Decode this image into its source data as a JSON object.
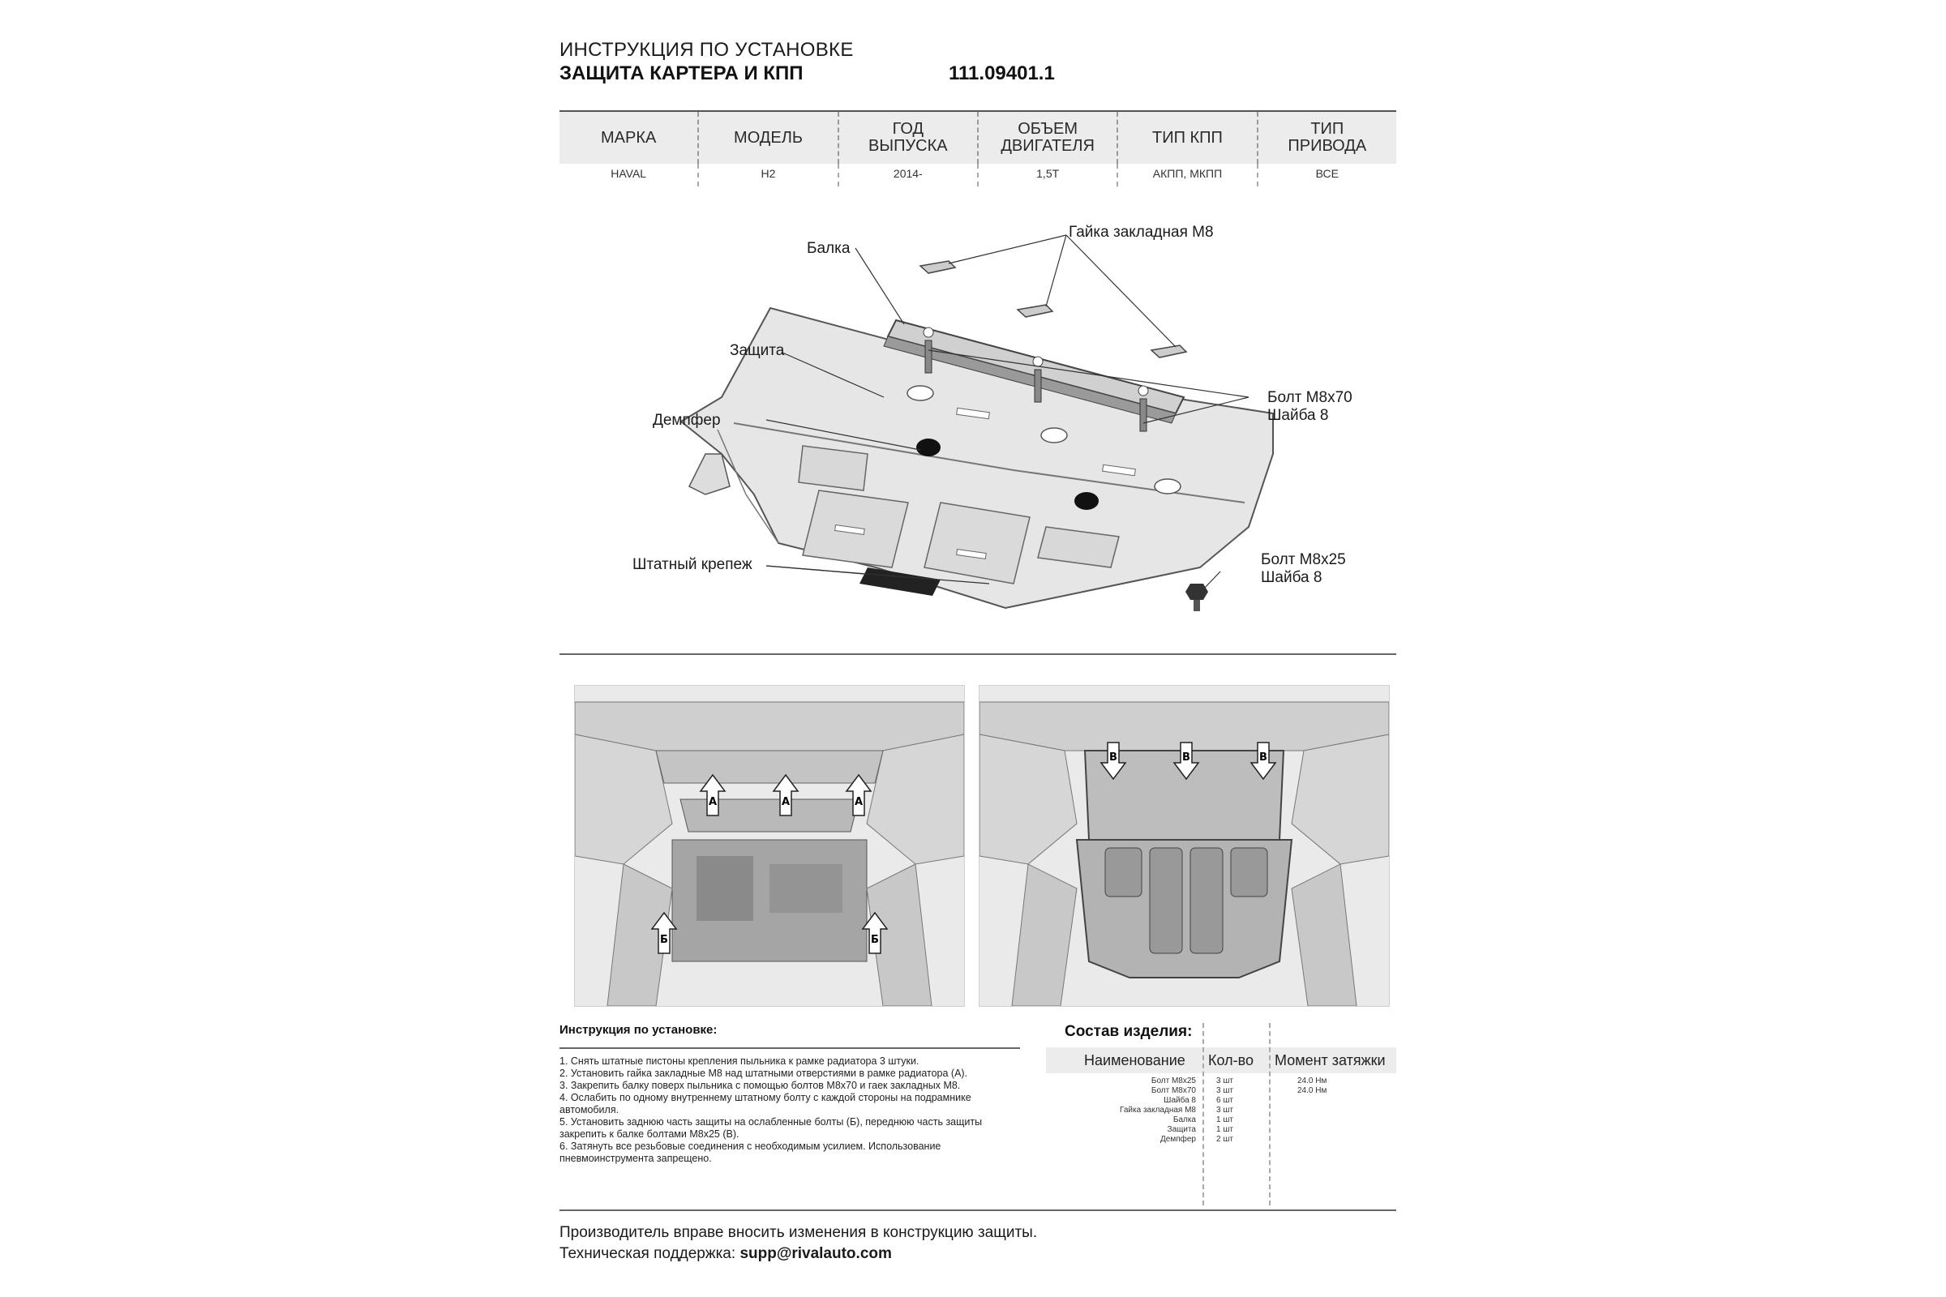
{
  "header": {
    "title": "ИНСТРУКЦИЯ ПО УСТАНОВКЕ",
    "subtitle": "ЗАЩИТА КАРТЕРА И КПП",
    "code": "111.09401.1"
  },
  "spec_table": {
    "headers": [
      {
        "line1": "МАРКА",
        "line2": ""
      },
      {
        "line1": "МОДЕЛЬ",
        "line2": ""
      },
      {
        "line1": "ГОД",
        "line2": "ВЫПУСКА"
      },
      {
        "line1": "ОБЪЕМ",
        "line2": "ДВИГАТЕЛЯ"
      },
      {
        "line1": "ТИП КПП",
        "line2": ""
      },
      {
        "line1": "ТИП",
        "line2": "ПРИВОДА"
      }
    ],
    "values": [
      "HAVAL",
      "H2",
      "2014-",
      "1,5T",
      "АКПП, МКПП",
      "ВСЕ"
    ]
  },
  "diagram": {
    "labels": {
      "beam": "Балка",
      "nut": "Гайка закладная М8",
      "guard": "Защита",
      "damper": "Демпфер",
      "bolt70_1": "Болт М8х70",
      "bolt70_2": "Шайба 8",
      "std_fastener": "Штатный крепеж",
      "bolt25_1": "Болт М8х25",
      "bolt25_2": "Шайба 8"
    }
  },
  "photos": {
    "left_labels": [
      "А",
      "А",
      "А",
      "Б",
      "Б"
    ],
    "right_labels": [
      "В",
      "В",
      "В"
    ]
  },
  "instructions": {
    "title": "Инструкция по установке:",
    "steps": [
      "1. Снять штатные пистоны крепления пыльника к рамке радиатора 3 штуки.",
      "2. Установить гайка закладные М8 над штатными отверстиями в рамке радиатора (А).",
      "3. Закрепить балку поверх пыльника с помощью болтов М8х70 и гаек закладных М8.",
      "4. Ослабить по одному внутреннему штатному болту с каждой стороны на подрамнике",
      "автомобиля.",
      "5. Установить заднюю часть защиты на ослабленные болты (Б), переднюю часть защиты",
      "закрепить к балке болтами М8х25 (В).",
      "6. Затянуть все резьбовые соединения с необходимым усилием. Использование",
      "пневмоинструмента запрещено."
    ]
  },
  "components": {
    "title": "Состав изделия:",
    "headers": {
      "name": "Наименование",
      "qty": "Кол-во",
      "torque": "Момент затяжки"
    },
    "rows": [
      {
        "name": "Болт М8х25",
        "qty": "3 шт",
        "torque": "24.0 Нм"
      },
      {
        "name": "Болт М8х70",
        "qty": "3 шт",
        "torque": "24.0 Нм"
      },
      {
        "name": "Шайба 8",
        "qty": "6 шт",
        "torque": ""
      },
      {
        "name": "Гайка закладная М8",
        "qty": "3 шт",
        "torque": ""
      },
      {
        "name": "Балка",
        "qty": "1 шт",
        "torque": ""
      },
      {
        "name": "Защита",
        "qty": "1 шт",
        "torque": ""
      },
      {
        "name": "Демпфер",
        "qty": "2 шт",
        "torque": ""
      }
    ]
  },
  "footer": {
    "line1": "Производитель вправе вносить изменения в конструкцию защиты.",
    "support_label": "Техническая поддержка:",
    "support_email": "supp@rivalauto.com"
  }
}
